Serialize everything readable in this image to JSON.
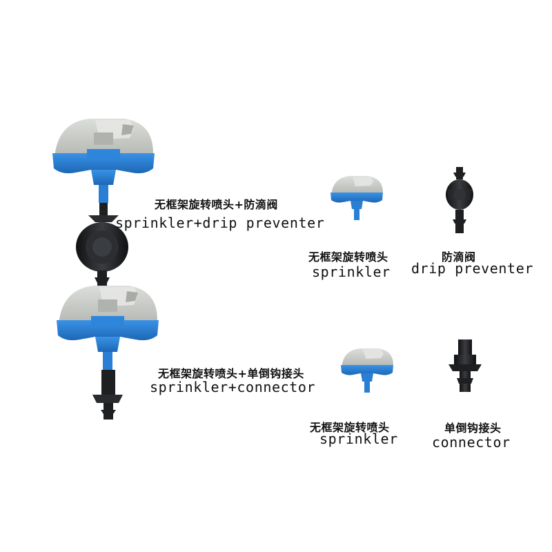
{
  "colors": {
    "cap_gray": "#c9cbc7",
    "cap_gray_dark": "#a8aaa6",
    "base_blue": "#2a7fd4",
    "base_blue_dark": "#1c62ad",
    "part_black": "#1e1f21",
    "background": "#ffffff"
  },
  "assemblies": [
    {
      "cn": "无框架旋转喷头+防滴阀",
      "en": "sprinkler+drip preventer",
      "icon": "sprinkler-with-drip-preventer-photo"
    },
    {
      "cn": "无框架旋转喷头+单倒钩接头",
      "en": "sprinkler+connector",
      "icon": "sprinkler-with-connector-photo"
    }
  ],
  "components": [
    {
      "cn": "无框架旋转喷头",
      "en": "sprinkler",
      "icon": "sprinkler-photo"
    },
    {
      "cn": "防滴阀",
      "en": "drip preventer",
      "icon": "drip-preventer-photo"
    },
    {
      "cn": "无框架旋转喷头",
      "en": "sprinkler",
      "icon": "sprinkler-photo"
    },
    {
      "cn": "单倒钩接头",
      "en": "connector",
      "icon": "connector-photo"
    }
  ]
}
